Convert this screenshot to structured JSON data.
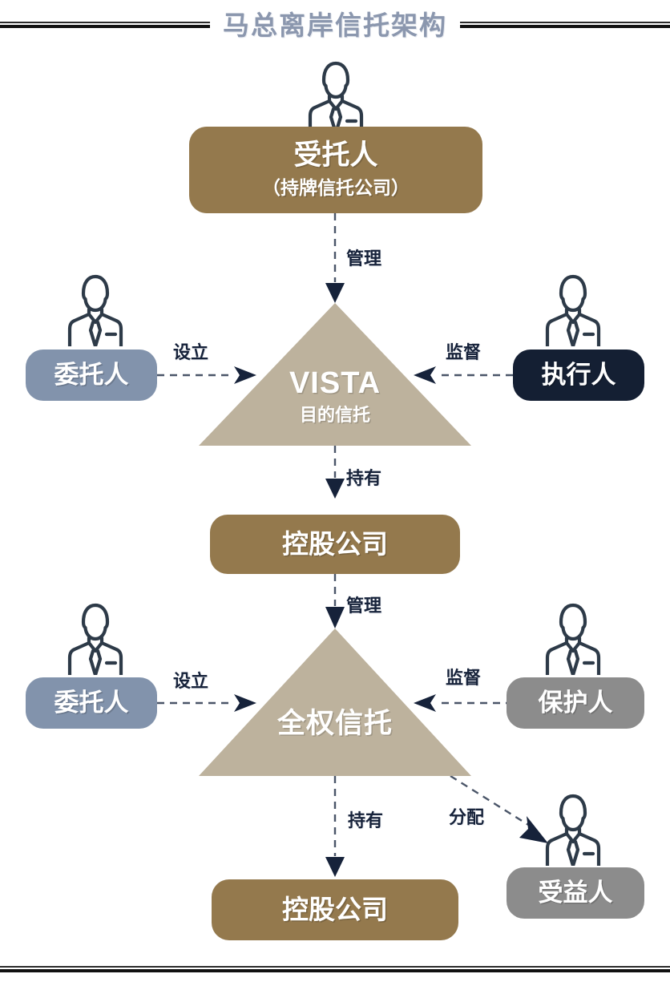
{
  "header": {
    "title": "马总离岸信托架构",
    "title_color": "#8b97ae",
    "rule_color": "#111111"
  },
  "palette": {
    "brown": "#94794d",
    "taupe": "#bdb29d",
    "blue_gray": "#8293ac",
    "navy": "#141f33",
    "gray": "#8c8c8c",
    "edge": "#16223a",
    "white": "#ffffff"
  },
  "nodes": {
    "trustee": {
      "label": "受托人",
      "sublabel": "（持牌信托公司）",
      "color": "#94794d",
      "icon": "businessman-icon"
    },
    "vista_trust": {
      "label": "VISTA",
      "sublabel": "目的信托",
      "color": "#bdb29d",
      "shape": "triangle"
    },
    "settlor_upper": {
      "label": "委托人",
      "color": "#8293ac",
      "icon": "businessman-icon"
    },
    "enforcer": {
      "label": "执行人",
      "color": "#141f33",
      "icon": "businessman-icon"
    },
    "holding_upper": {
      "label": "控股公司",
      "color": "#94794d"
    },
    "discretionary_trust": {
      "label": "全权信托",
      "color": "#bdb29d",
      "shape": "triangle"
    },
    "settlor_lower": {
      "label": "委托人",
      "color": "#8293ac",
      "icon": "businessman-icon"
    },
    "protector": {
      "label": "保护人",
      "color": "#8c8c8c",
      "icon": "businessman-icon"
    },
    "beneficiary": {
      "label": "受益人",
      "color": "#8c8c8c",
      "icon": "businessman-icon"
    },
    "holding_lower": {
      "label": "控股公司",
      "color": "#94794d"
    }
  },
  "edges": [
    {
      "id": "trustee-to-vista",
      "label": "管理",
      "from": "trustee",
      "to": "vista_trust",
      "style": "dashed",
      "direction": "down"
    },
    {
      "id": "settlor-to-vista",
      "label": "设立",
      "from": "settlor_upper",
      "to": "vista_trust",
      "style": "dashed",
      "direction": "right"
    },
    {
      "id": "enforcer-to-vista",
      "label": "监督",
      "from": "enforcer",
      "to": "vista_trust",
      "style": "dashed",
      "direction": "left"
    },
    {
      "id": "vista-to-holding",
      "label": "持有",
      "from": "vista_trust",
      "to": "holding_upper",
      "style": "dashed",
      "direction": "down"
    },
    {
      "id": "holding-to-discretionary",
      "label": "管理",
      "from": "holding_upper",
      "to": "discretionary_trust",
      "style": "dashed",
      "direction": "down"
    },
    {
      "id": "settlor-to-discretionary",
      "label": "设立",
      "from": "settlor_lower",
      "to": "discretionary_trust",
      "style": "dashed",
      "direction": "right"
    },
    {
      "id": "protector-to-discretionary",
      "label": "监督",
      "from": "protector",
      "to": "discretionary_trust",
      "style": "dashed",
      "direction": "left"
    },
    {
      "id": "discretionary-to-holding",
      "label": "持有",
      "from": "discretionary_trust",
      "to": "holding_lower",
      "style": "dashed",
      "direction": "down"
    },
    {
      "id": "discretionary-to-beneficiary",
      "label": "分配",
      "from": "discretionary_trust",
      "to": "beneficiary",
      "style": "dashed",
      "direction": "diagonal-down-right"
    }
  ]
}
